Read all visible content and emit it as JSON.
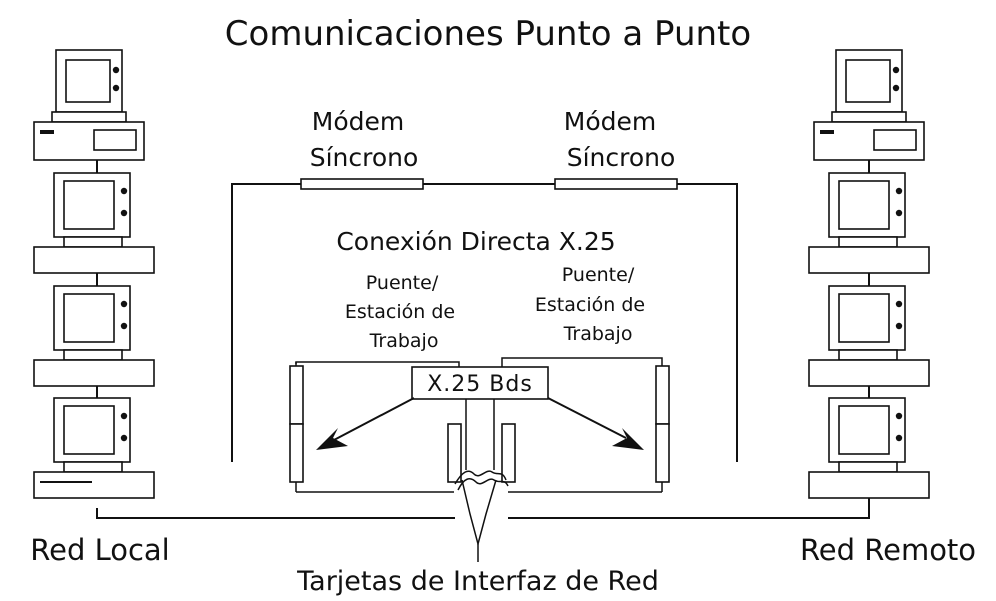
{
  "title": "Comunicaciones Punto a Punto",
  "modem_left": {
    "line1": "Módem",
    "line2": "Síncrono"
  },
  "modem_right": {
    "line1": "Módem",
    "line2": "Síncrono"
  },
  "x25_label": "Conexión Directa X.25",
  "bridge_left": {
    "line1": "Puente/",
    "line2": "Estación de",
    "line3": "Trabajo"
  },
  "bridge_right": {
    "line1": "Puente/",
    "line2": "Estación de",
    "line3": "Trabajo"
  },
  "x25_box": "X.25 Bds",
  "local_label": "Red Local",
  "remote_label": "Red Remoto",
  "nic_label": "Tarjetas de Interfaz de Red",
  "icons": {
    "computer": "desktop-computer-icon",
    "modem": "modem-icon",
    "card": "network-card-icon",
    "arrow": "arrow-icon"
  },
  "colors": {
    "ink": "#111111",
    "background": "#ffffff"
  }
}
